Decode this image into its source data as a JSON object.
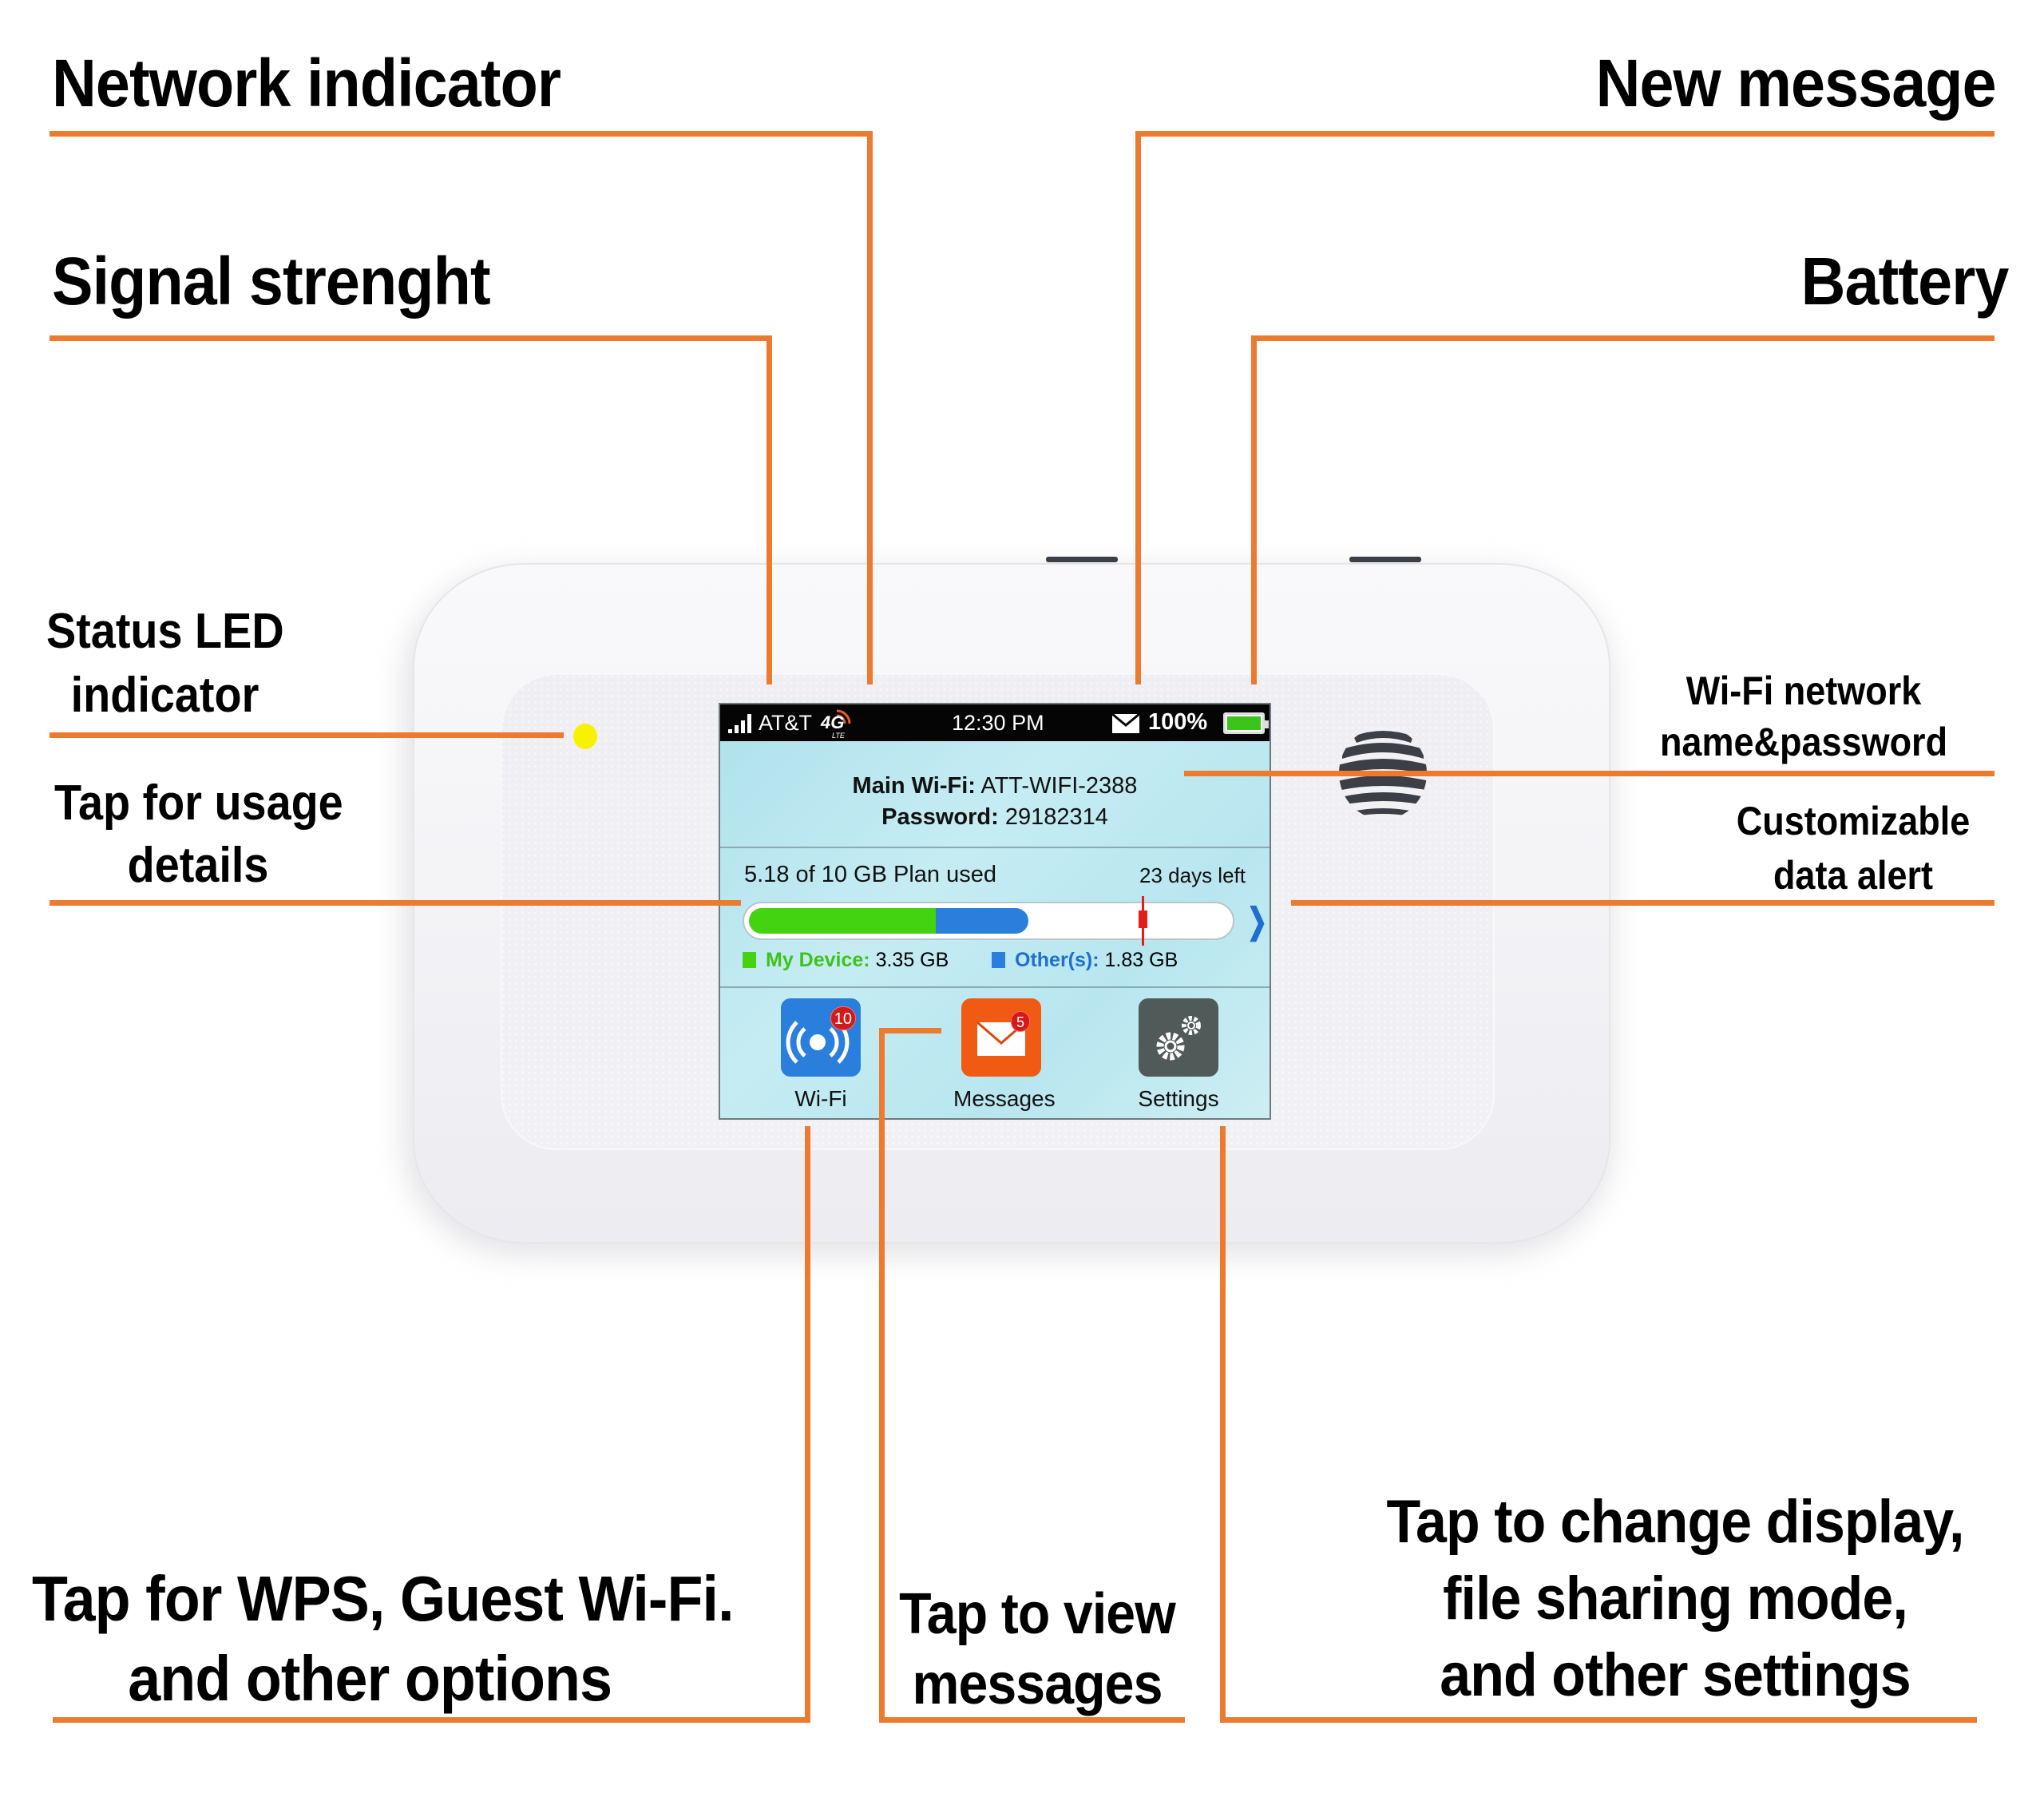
{
  "callouts": {
    "network_indicator": "Network indicator",
    "signal_strength": "Signal strenght",
    "new_message": "New message",
    "battery": "Battery",
    "status_led": [
      "Status LED",
      "indicator"
    ],
    "usage_details": [
      "Tap for usage",
      "details"
    ],
    "wifi_name_password": [
      "Wi-Fi network",
      "name&password"
    ],
    "data_alert": [
      "Customizable",
      "data alert"
    ],
    "wifi_options": [
      "Tap for WPS, Guest Wi-Fi.",
      "and other options"
    ],
    "view_messages": [
      "Tap to view",
      "messages"
    ],
    "settings": [
      "Tap to change display,",
      "file sharing mode,",
      "and other settings"
    ]
  },
  "colors": {
    "leader_line": "#EC7A2F",
    "led": "#F8F200",
    "my_device": "#44D311",
    "others": "#2B7FDC",
    "alert_marker": "#E41D1D",
    "wifi_tile": "#2B7FDC",
    "messages_tile": "#F05A12",
    "settings_tile": "#505A58",
    "badge": "#D21A1A"
  },
  "device": {
    "brand_logo": "att-globe-icon",
    "status_bar": {
      "carrier": "AT&T",
      "network_type": "4G",
      "network_subtype": "LTE",
      "time": "12:30 PM",
      "battery_percent": "100%"
    },
    "wifi": {
      "name_label": "Main Wi-Fi:",
      "name_value": "ATT-WIFI-2388",
      "password_label": "Password:",
      "password_value": "29182314"
    },
    "usage": {
      "summary": "5.18 of 10 GB Plan used",
      "days_left": "23 days left",
      "used_gb": 5.18,
      "plan_gb": 10,
      "alert_threshold_fraction": 0.83,
      "my_device_label": "My Device:",
      "my_device_value": "3.35 GB",
      "others_label": "Other(s):",
      "others_value": "1.83 GB"
    },
    "apps": [
      {
        "label": "Wi-Fi",
        "icon": "wifi-broadcast-icon",
        "badge": "10"
      },
      {
        "label": "Messages",
        "icon": "envelope-icon",
        "badge": "5"
      },
      {
        "label": "Settings",
        "icon": "gears-icon",
        "badge": ""
      }
    ]
  }
}
